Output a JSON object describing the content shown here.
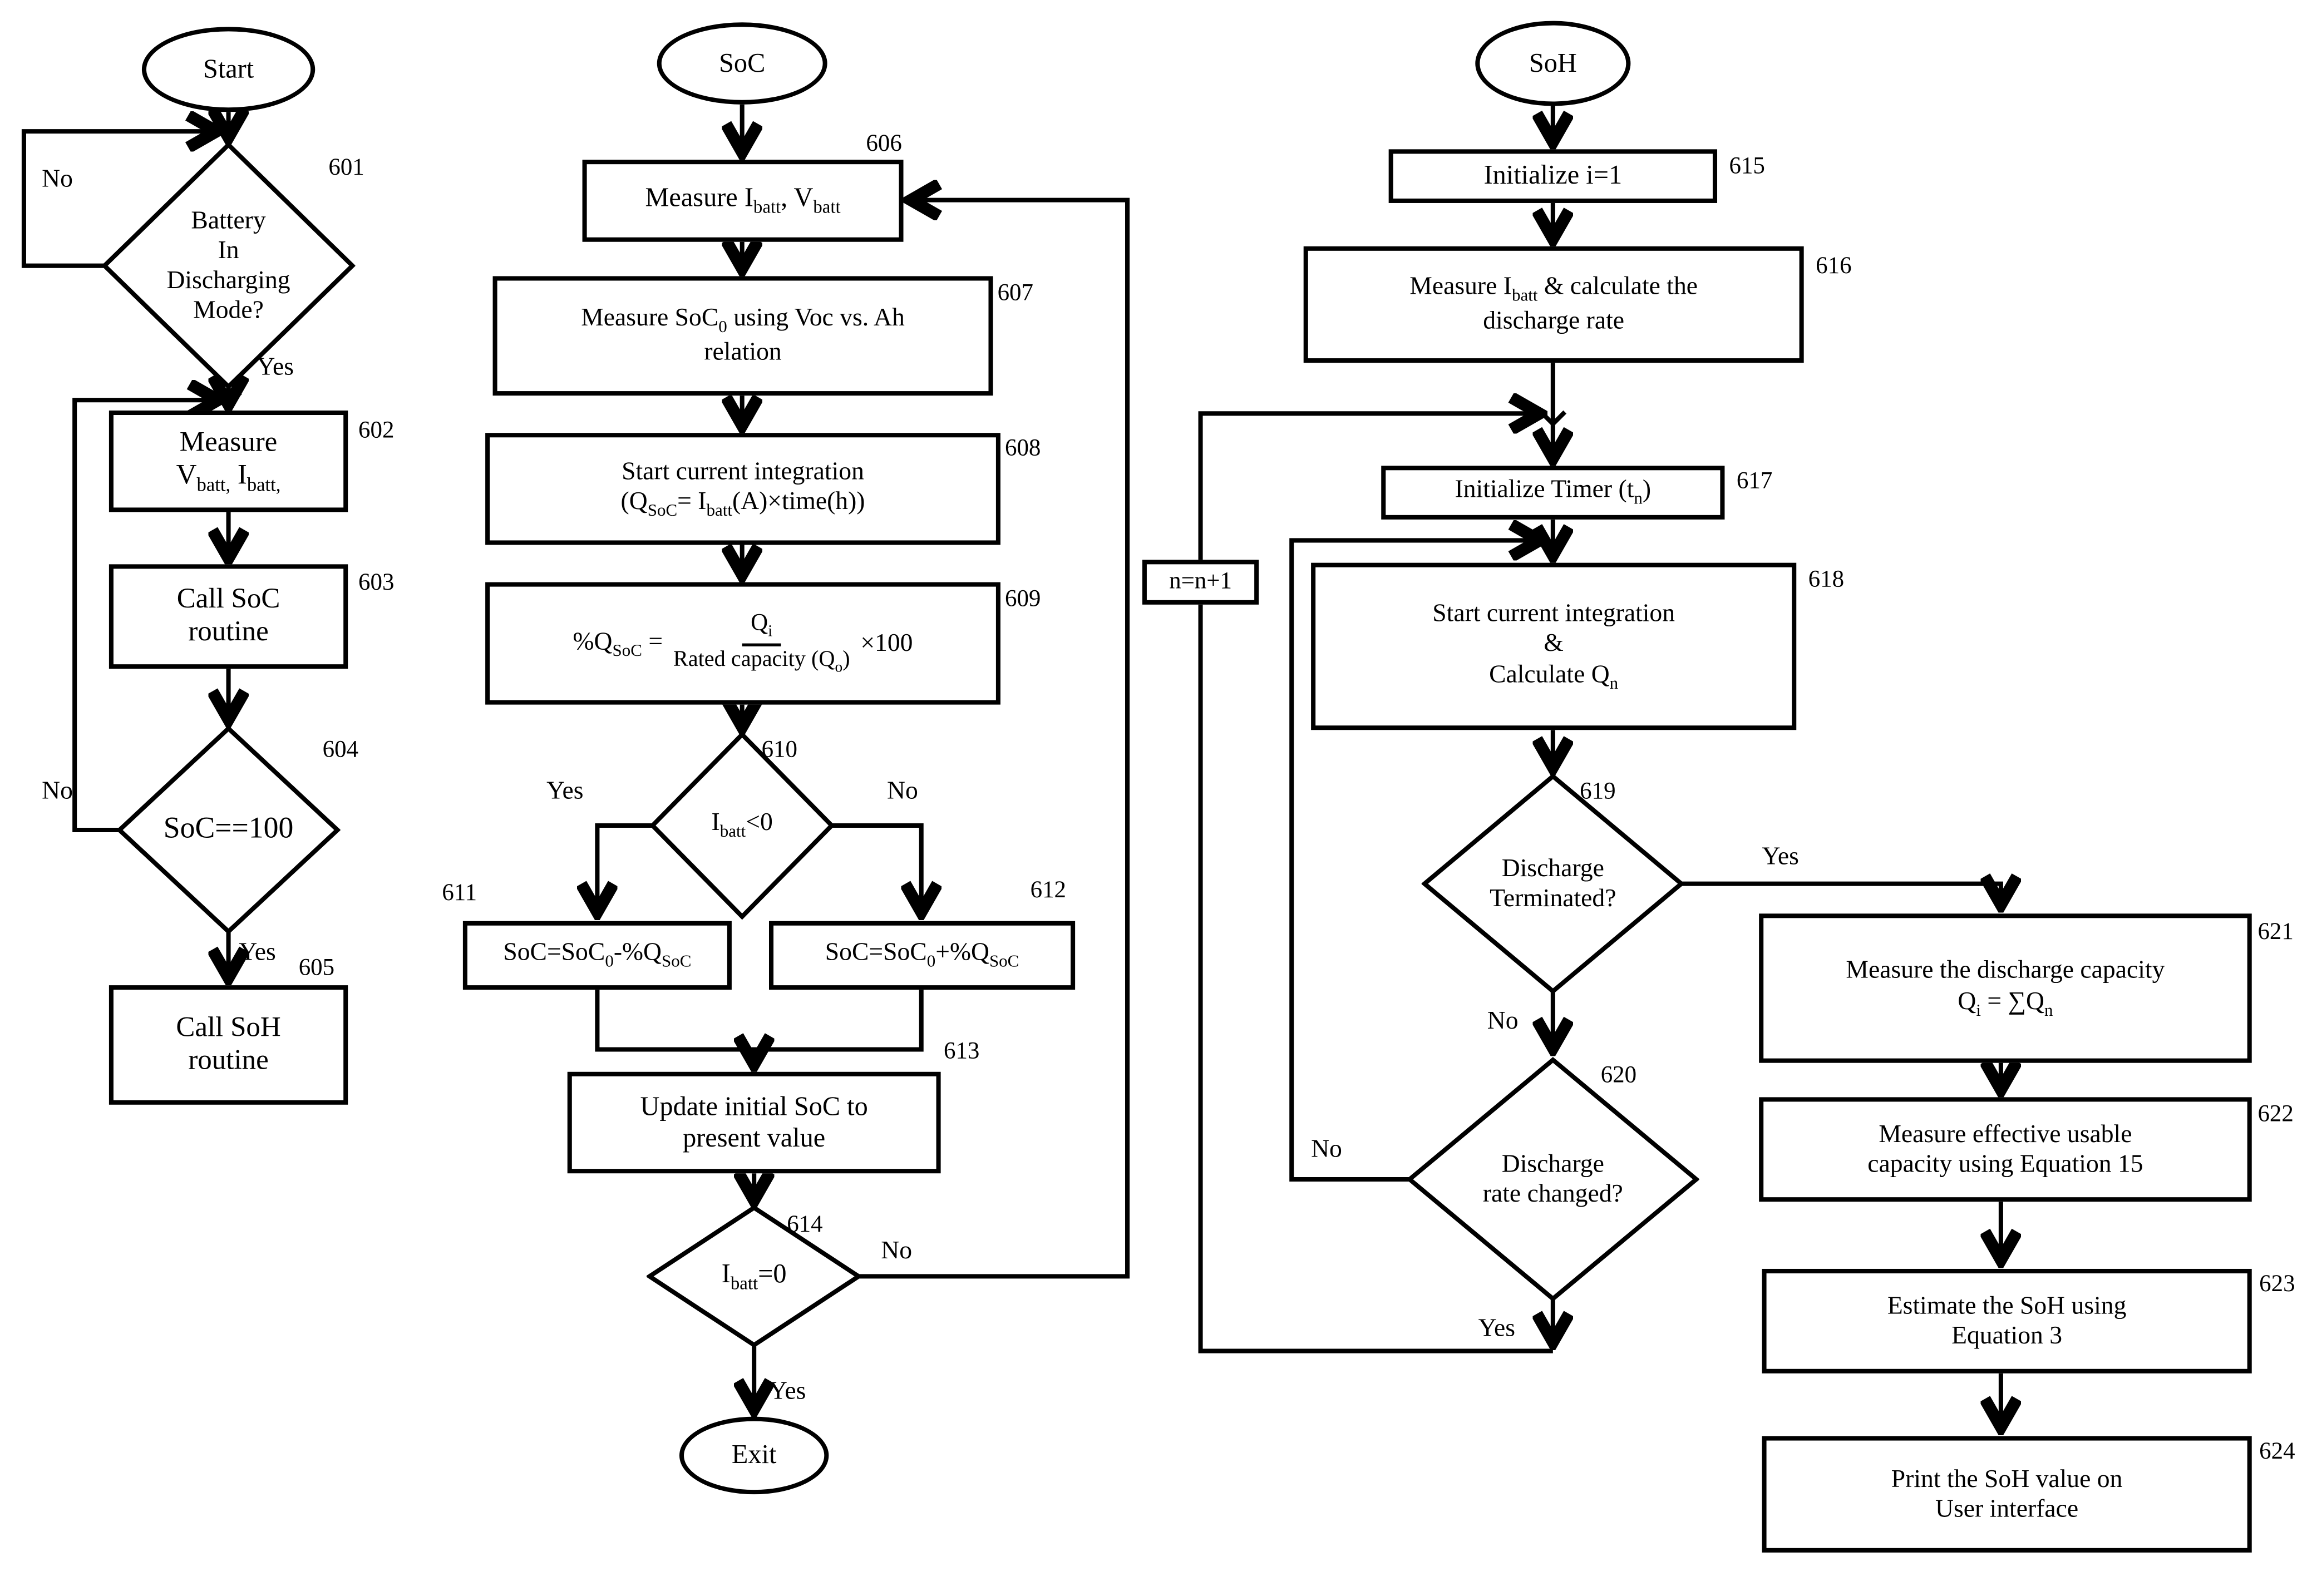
{
  "flowchart": {
    "background_color": "#ffffff",
    "line_color": "#000000",
    "nodes": {
      "start": {
        "label": "Start"
      },
      "n601": {
        "ref": "601",
        "label": "Battery\nIn\nDischarging\nMode?"
      },
      "n602": {
        "ref": "602",
        "label": "Measure\nV_{batt,} I_{batt,}"
      },
      "n603": {
        "ref": "603",
        "label": "Call SoC\nroutine"
      },
      "n604": {
        "ref": "604",
        "label": "SoC==100"
      },
      "n605": {
        "ref": "605",
        "label": "Call SoH\nroutine"
      },
      "soc": {
        "label": "SoC"
      },
      "n606": {
        "ref": "606",
        "label": "Measure I_{batt}, V_{batt}"
      },
      "n607": {
        "ref": "607",
        "label": "Measure SoC_{0} using Voc vs. Ah\nrelation"
      },
      "n608": {
        "ref": "608",
        "label": "Start current integration\n(Q_{SoC}= I_{batt}(A)×time(h))"
      },
      "n609": {
        "ref": "609",
        "equation": {
          "lhs": "%Q_{SoC} =",
          "numerator": "Q_{i}",
          "denominator": "Rated capacity (Q_{o})",
          "rhs": "×100"
        }
      },
      "n610": {
        "ref": "610",
        "label": "I_{batt}<0"
      },
      "n611": {
        "ref": "611",
        "label": "SoC=SoC_{0}-%Q_{SoC}"
      },
      "n612": {
        "ref": "612",
        "label": "SoC=SoC_{0}+%Q_{SoC}"
      },
      "n613": {
        "ref": "613",
        "label": "Update initial SoC to\npresent value"
      },
      "n614": {
        "ref": "614",
        "label": "I_{batt}=0"
      },
      "exit": {
        "label": "Exit"
      },
      "soh": {
        "label": "SoH"
      },
      "n615": {
        "ref": "615",
        "label": "Initialize i=1"
      },
      "n616": {
        "ref": "616",
        "label": "Measure I_{batt} & calculate the\ndischarge rate"
      },
      "n617": {
        "ref": "617",
        "label": "Initialize Timer (t_{n})"
      },
      "n618": {
        "ref": "618",
        "label": "Start current integration\n&\nCalculate Q_{n}"
      },
      "n619": {
        "ref": "619",
        "label": "Discharge\nTerminated?"
      },
      "n620": {
        "ref": "620",
        "label": "Discharge\nrate changed?"
      },
      "nplus": {
        "label": "n=n+1"
      },
      "n621": {
        "ref": "621",
        "label": "Measure the discharge capacity\nQ_{i} = ∑Q_{n}"
      },
      "n622": {
        "ref": "622",
        "label": "Measure effective usable\ncapacity using Equation 15"
      },
      "n623": {
        "ref": "623",
        "label": "Estimate the SoH using\nEquation 3"
      },
      "n624": {
        "ref": "624",
        "label": "Print the SoH value on\nUser interface"
      }
    },
    "branch_labels": {
      "b601_no": "No",
      "b601_yes": "Yes",
      "b604_no": "No",
      "b604_yes": "Yes",
      "b610_yes": "Yes",
      "b610_no": "No",
      "b614_no": "No",
      "b614_yes": "Yes",
      "b619_yes": "Yes",
      "b619_no": "No",
      "b620_no": "No",
      "b620_yes": "Yes"
    }
  }
}
